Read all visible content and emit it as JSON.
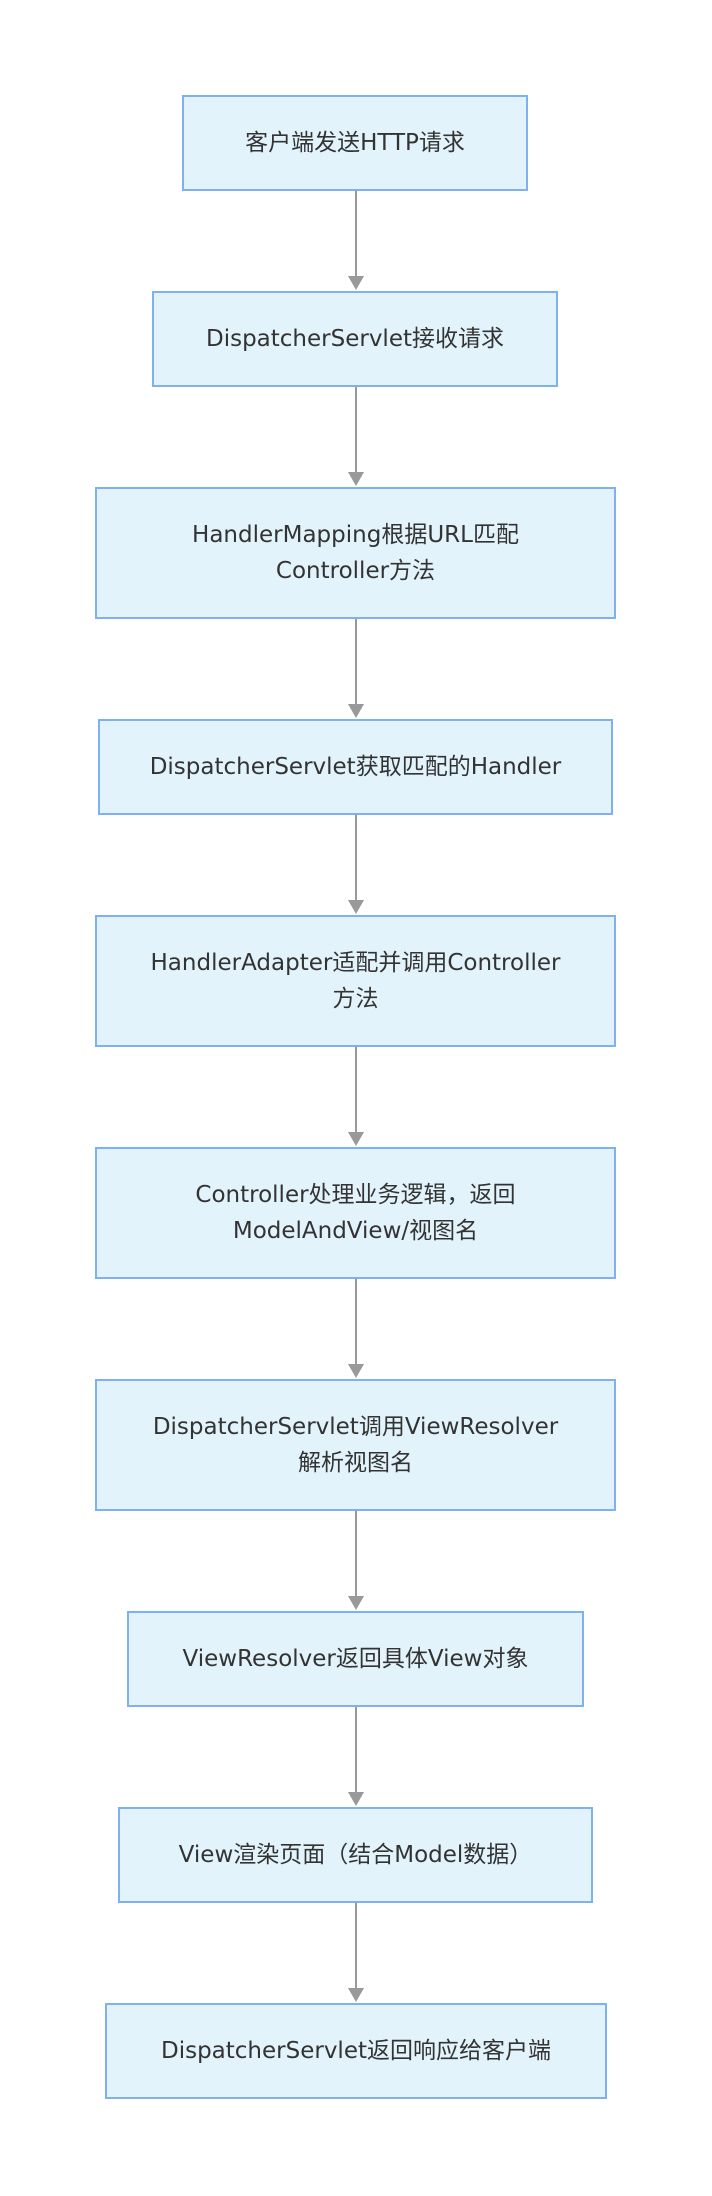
{
  "colors": {
    "node_fill": "#e2f3fc",
    "node_border": "#7fb0f0",
    "edge": "#999999",
    "text": "#333333"
  },
  "flow": {
    "steps": [
      "客户端发送HTTP请求",
      "DispatcherServlet接收请求",
      "HandlerMapping根据URL匹配\nController方法",
      "DispatcherServlet获取匹配的Handler",
      "HandlerAdapter适配并调用Controller\n方法",
      "Controller处理业务逻辑，返回\nModelAndView/视图名",
      "DispatcherServlet调用ViewResolver\n解析视图名",
      "ViewResolver返回具体View对象",
      "View渲染页面（结合Model数据）",
      "DispatcherServlet返回响应给客户端"
    ]
  }
}
